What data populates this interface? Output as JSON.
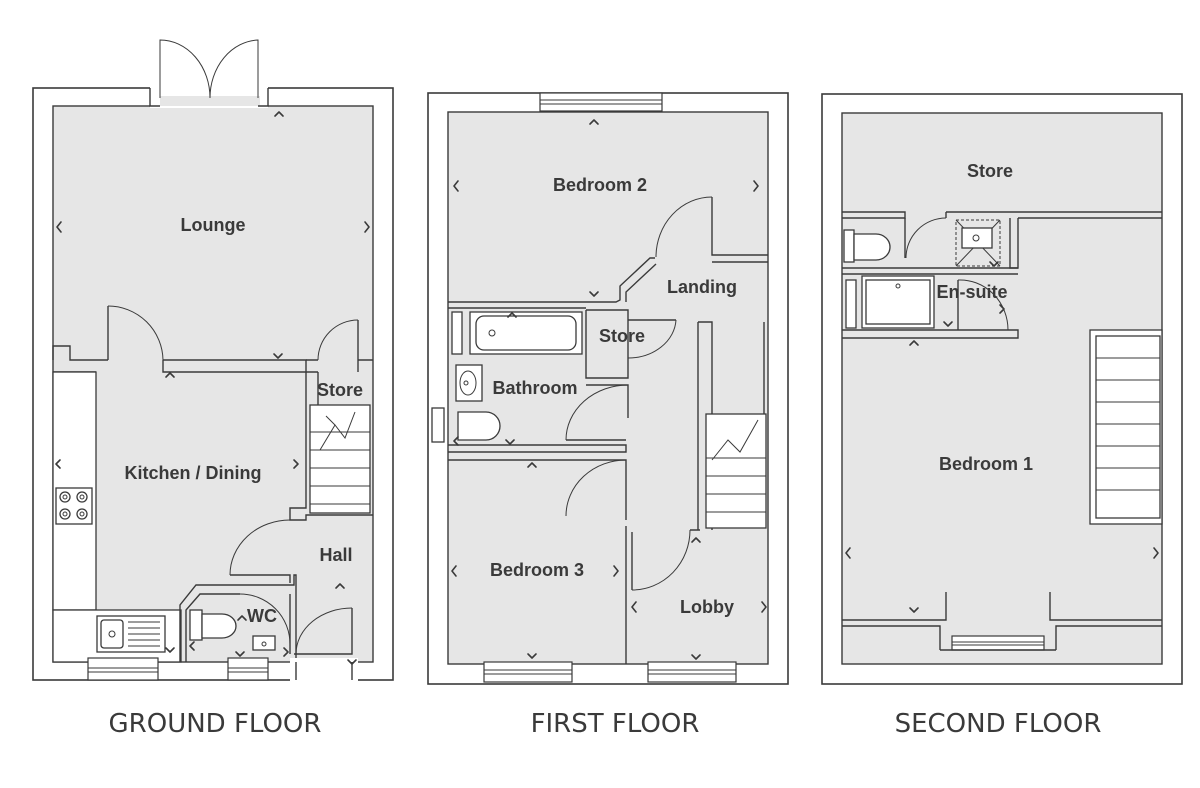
{
  "floors": {
    "ground": {
      "label": "GROUND FLOOR",
      "rooms": {
        "lounge": "Lounge",
        "kitchen": "Kitchen / Dining",
        "store": "Store",
        "hall": "Hall",
        "wc": "WC"
      }
    },
    "first": {
      "label": "FIRST FLOOR",
      "rooms": {
        "bedroom2": "Bedroom 2",
        "landing": "Landing",
        "store": "Store",
        "bathroom": "Bathroom",
        "bedroom3": "Bedroom 3",
        "lobby": "Lobby"
      }
    },
    "second": {
      "label": "SECOND FLOOR",
      "rooms": {
        "store": "Store",
        "ensuite": "En-suite",
        "bedroom1": "Bedroom 1"
      }
    }
  },
  "colors": {
    "wall": "#3a3a3a",
    "room_fill": "#e6e6e6",
    "background": "#ffffff"
  }
}
